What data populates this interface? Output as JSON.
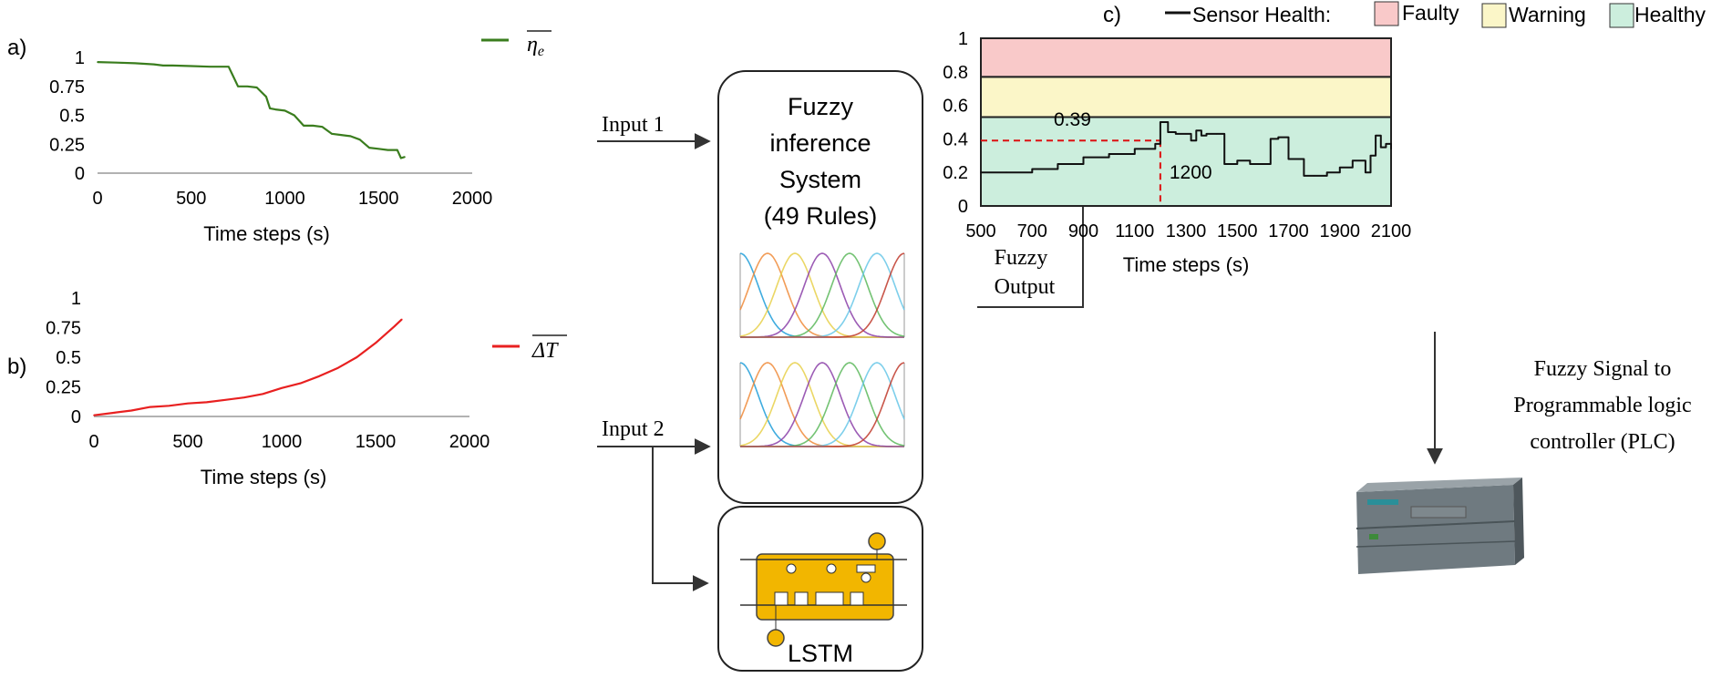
{
  "panels": {
    "a": "a)",
    "b": "b)",
    "c": "c)"
  },
  "eta_legend": "η",
  "eta_legend_sub": "e",
  "dT_legend": "ΔT",
  "input1": "Input 1",
  "input2": "Input 2",
  "fuzzy_output_line1": "Fuzzy",
  "fuzzy_output_line2": "Output",
  "fis": {
    "line1": "Fuzzy",
    "line2": "inference",
    "line3": "System",
    "line4": "(49 Rules)"
  },
  "lstm_label": "LSTM",
  "plc_text": {
    "line1": "Fuzzy Signal to",
    "line2": "Programmable logic",
    "line3": "controller (PLC)"
  },
  "health_legend": {
    "title": "Sensor Health:",
    "faulty": "Faulty",
    "warning": "Warning",
    "healthy": "Healthy"
  },
  "colors": {
    "eta_line": "#3a7d1e",
    "dT_line": "#e82020",
    "faulty": "#f9c9c9",
    "warning": "#fbf6c8",
    "healthy": "#cceedd",
    "lstm_cell": "#f2b600"
  },
  "chart_data": [
    {
      "id": "chart_a",
      "type": "line",
      "xlabel": "Time steps (s)",
      "ylabel": "",
      "xlim": [
        0,
        2000
      ],
      "ylim": [
        0,
        1
      ],
      "x_ticks": [
        "0",
        "500",
        "1000",
        "1500",
        "2000"
      ],
      "y_ticks": [
        "0",
        "0.25",
        "0.5",
        "0.75",
        "1"
      ],
      "series": [
        {
          "name": "η̅e",
          "x": [
            0,
            100,
            200,
            300,
            350,
            400,
            500,
            600,
            700,
            720,
            750,
            800,
            850,
            900,
            920,
            950,
            1000,
            1050,
            1100,
            1150,
            1200,
            1250,
            1300,
            1350,
            1400,
            1450,
            1500,
            1550,
            1600,
            1620,
            1640
          ],
          "y": [
            0.96,
            0.955,
            0.95,
            0.94,
            0.93,
            0.93,
            0.925,
            0.92,
            0.92,
            0.85,
            0.75,
            0.75,
            0.74,
            0.66,
            0.56,
            0.55,
            0.54,
            0.5,
            0.41,
            0.41,
            0.4,
            0.34,
            0.33,
            0.32,
            0.29,
            0.22,
            0.21,
            0.2,
            0.2,
            0.13,
            0.14
          ]
        }
      ]
    },
    {
      "id": "chart_b",
      "type": "line",
      "xlabel": "Time steps (s)",
      "ylabel": "",
      "xlim": [
        0,
        2000
      ],
      "ylim": [
        0,
        1
      ],
      "x_ticks": [
        "0",
        "500",
        "1000",
        "1500",
        "2000"
      ],
      "y_ticks": [
        "0",
        "0.25",
        "0.5",
        "0.75",
        "1"
      ],
      "series": [
        {
          "name": "ΔT̅",
          "x": [
            0,
            100,
            200,
            300,
            400,
            500,
            600,
            700,
            800,
            900,
            1000,
            1100,
            1200,
            1300,
            1400,
            1500,
            1600,
            1640
          ],
          "y": [
            0.01,
            0.03,
            0.05,
            0.08,
            0.09,
            0.11,
            0.12,
            0.14,
            0.16,
            0.19,
            0.24,
            0.28,
            0.34,
            0.41,
            0.5,
            0.62,
            0.76,
            0.82
          ]
        }
      ]
    },
    {
      "id": "chart_c",
      "type": "line",
      "xlabel": "Time steps (s)",
      "ylabel": "",
      "xlim": [
        500,
        2100
      ],
      "ylim": [
        0,
        1
      ],
      "x_ticks": [
        "500",
        "700",
        "900",
        "1100",
        "1300",
        "1500",
        "1700",
        "1900",
        "2100"
      ],
      "y_ticks": [
        "0",
        "0.2",
        "0.4",
        "0.6",
        "0.8",
        "1"
      ],
      "bands": [
        {
          "name": "Healthy",
          "from": 0,
          "to": 0.53
        },
        {
          "name": "Warning",
          "from": 0.53,
          "to": 0.77
        },
        {
          "name": "Faulty",
          "from": 0.77,
          "to": 1
        }
      ],
      "annotation": {
        "x": 1200,
        "y": 0.39,
        "x_label": "1200",
        "y_label": "0.39"
      },
      "series": [
        {
          "name": "Sensor Health",
          "x": [
            500,
            600,
            700,
            800,
            900,
            1000,
            1100,
            1180,
            1200,
            1230,
            1260,
            1300,
            1320,
            1340,
            1360,
            1380,
            1420,
            1450,
            1500,
            1550,
            1600,
            1630,
            1660,
            1700,
            1760,
            1800,
            1850,
            1900,
            1950,
            2000,
            2020,
            2040,
            2060,
            2080,
            2100
          ],
          "y": [
            0.2,
            0.2,
            0.22,
            0.25,
            0.29,
            0.31,
            0.34,
            0.37,
            0.5,
            0.44,
            0.43,
            0.43,
            0.39,
            0.45,
            0.42,
            0.43,
            0.43,
            0.25,
            0.27,
            0.25,
            0.25,
            0.4,
            0.41,
            0.28,
            0.18,
            0.18,
            0.2,
            0.23,
            0.27,
            0.2,
            0.3,
            0.42,
            0.35,
            0.37,
            0.34
          ]
        }
      ]
    }
  ]
}
